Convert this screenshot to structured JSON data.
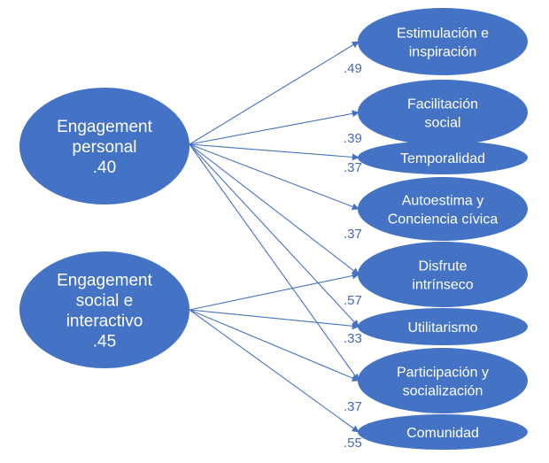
{
  "diagram": {
    "colors": {
      "node_fill": "#4472c4",
      "node_text": "#ffffff",
      "edge": "#4472c4",
      "coef_text": "#4a67b3",
      "background": "#ffffff"
    },
    "sources": [
      {
        "id": "engagement-personal",
        "lines": [
          "Engagement",
          "personal",
          ".40"
        ]
      },
      {
        "id": "engagement-social",
        "lines": [
          "Engagement",
          "social e",
          "interactivo",
          ".45"
        ]
      }
    ],
    "targets": [
      {
        "id": "estimulacion",
        "lines": [
          "Estimulación e",
          "inspiración"
        ],
        "coefficient": ".49"
      },
      {
        "id": "facilitacion",
        "lines": [
          "Facilitación",
          "social"
        ],
        "coefficient": ".39"
      },
      {
        "id": "temporalidad",
        "lines": [
          "Temporalidad"
        ],
        "coefficient": ".37"
      },
      {
        "id": "autoestima",
        "lines": [
          "Autoestima y",
          "Conciencia cívica"
        ],
        "coefficient": ".37"
      },
      {
        "id": "disfrute",
        "lines": [
          "Disfrute",
          "intrínseco"
        ],
        "coefficient": ".57"
      },
      {
        "id": "utilitarismo",
        "lines": [
          "Utilitarismo"
        ],
        "coefficient": ".33"
      },
      {
        "id": "participacion",
        "lines": [
          "Participación y",
          "socialización"
        ],
        "coefficient": ".37"
      },
      {
        "id": "comunidad",
        "lines": [
          "Comunidad"
        ],
        "coefficient": ".55"
      }
    ],
    "edges": [
      {
        "from": "engagement-personal",
        "to": "estimulacion"
      },
      {
        "from": "engagement-personal",
        "to": "facilitacion"
      },
      {
        "from": "engagement-personal",
        "to": "temporalidad"
      },
      {
        "from": "engagement-personal",
        "to": "autoestima"
      },
      {
        "from": "engagement-personal",
        "to": "disfrute"
      },
      {
        "from": "engagement-personal",
        "to": "utilitarismo"
      },
      {
        "from": "engagement-personal",
        "to": "participacion"
      },
      {
        "from": "engagement-social",
        "to": "disfrute"
      },
      {
        "from": "engagement-social",
        "to": "utilitarismo"
      },
      {
        "from": "engagement-social",
        "to": "participacion"
      },
      {
        "from": "engagement-social",
        "to": "comunidad"
      }
    ]
  }
}
